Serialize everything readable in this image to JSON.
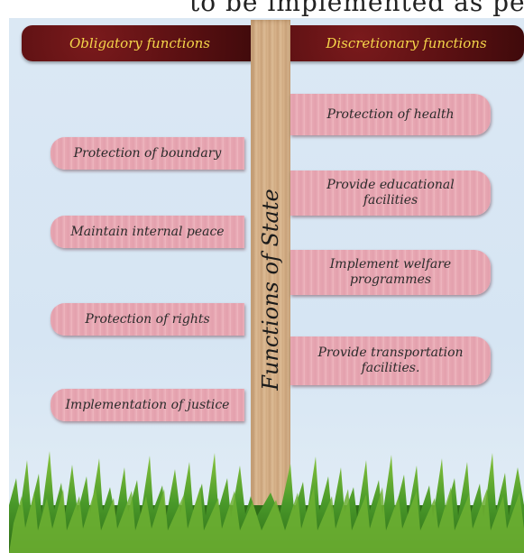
{
  "header_text": "to be implemented as per",
  "banners": {
    "left": "Obligatory functions",
    "right": "Discretionary functions"
  },
  "center_label": "Functions of State",
  "obligatory": [
    "Protection of boundary",
    "Maintain internal peace",
    "Protection of rights",
    "Implementation of justice"
  ],
  "discretionary": [
    "Protection of health",
    "Provide educational facilities",
    "Implement welfare programmes",
    "Provide transportation facilities."
  ],
  "colors": {
    "banner": "#5a1012",
    "banner_text": "#f6d64a",
    "box": "#e8a8b3",
    "pole": "#d9b48c",
    "background": "#dbe8f4",
    "grass": "#4a9a2a"
  }
}
